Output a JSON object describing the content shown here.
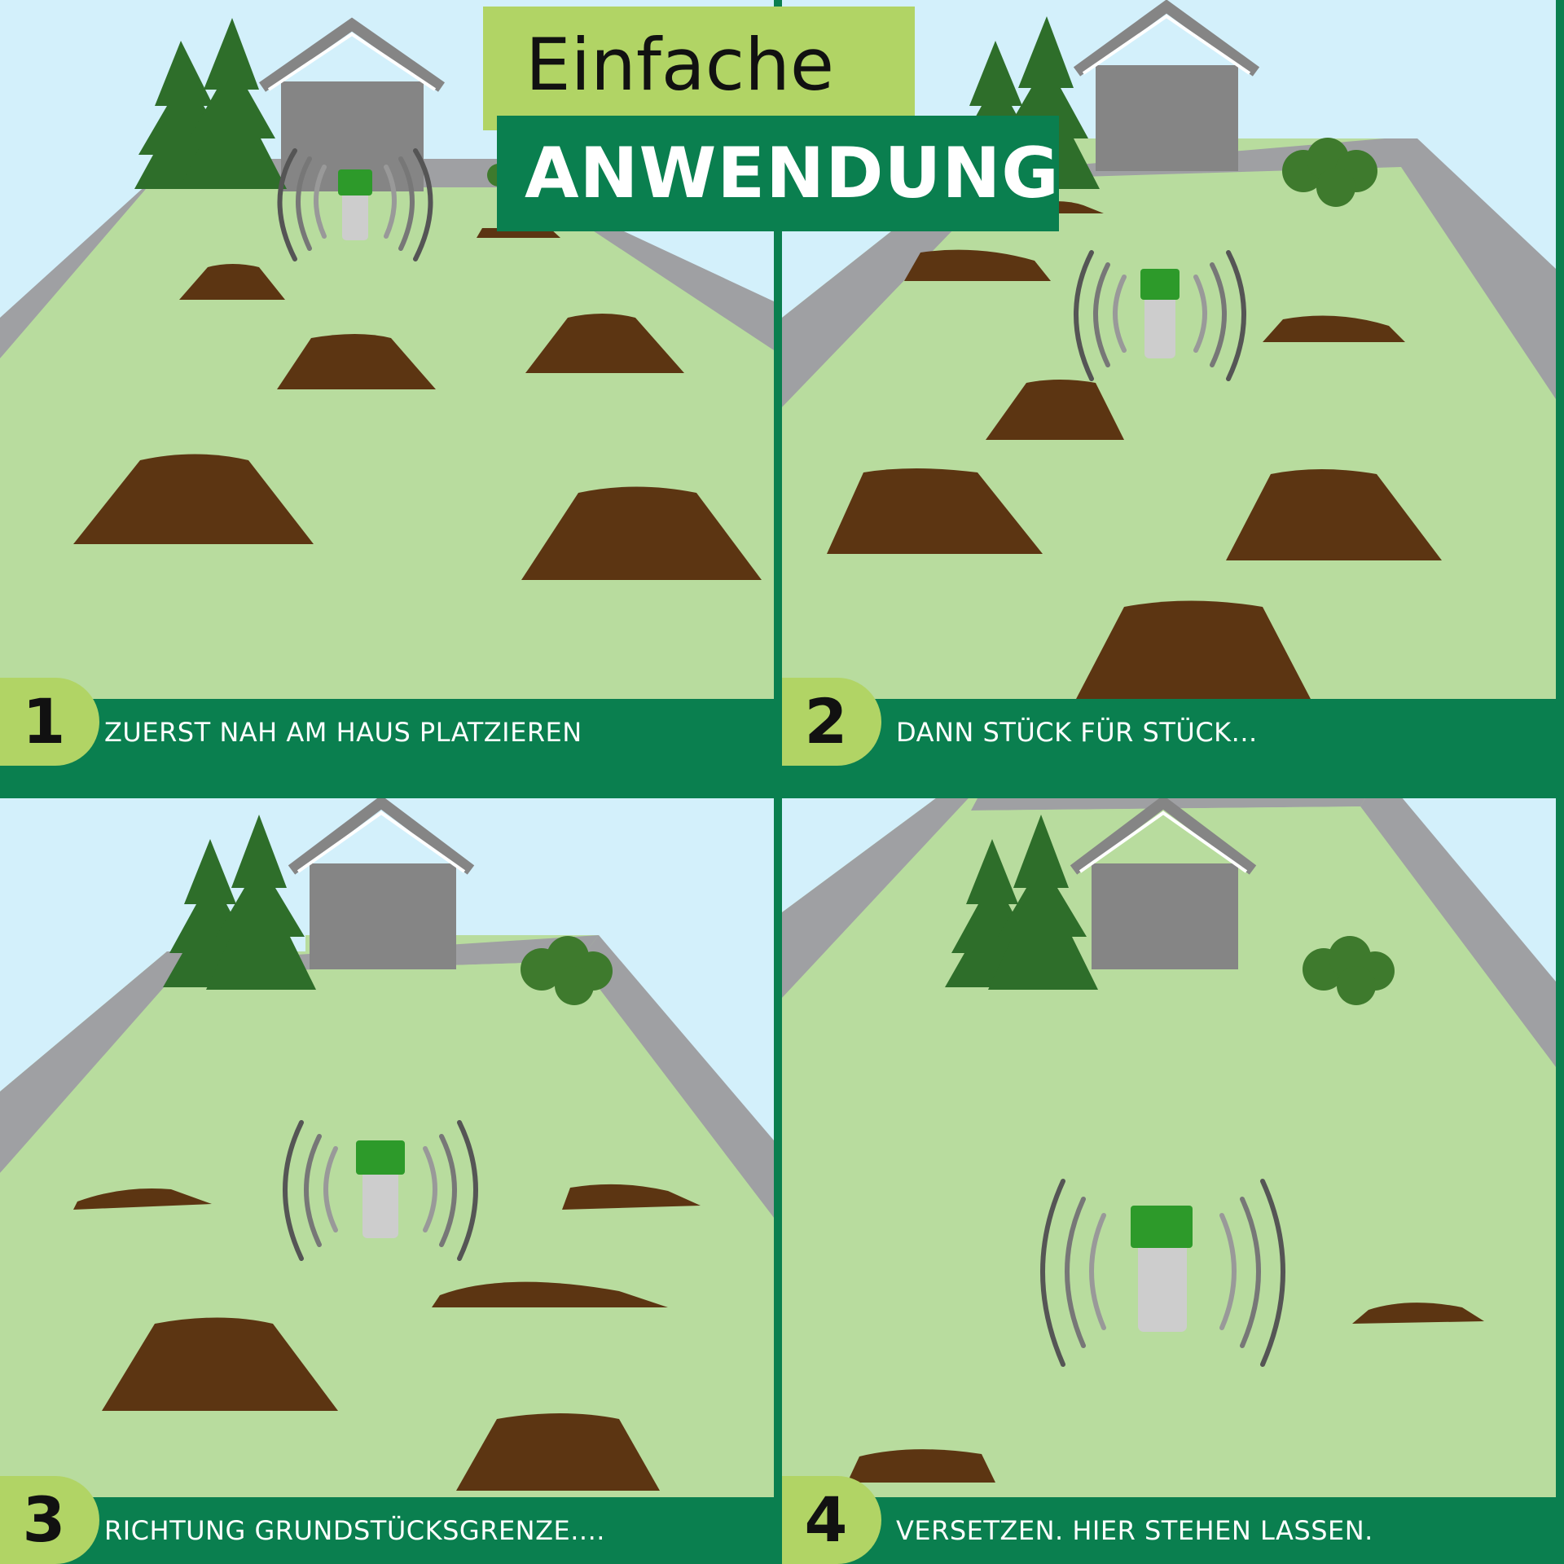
{
  "title": {
    "line1": "Einfache",
    "line2": "ANWENDUNG"
  },
  "steps": [
    {
      "number": "1",
      "caption": "ZUERST NAH AM HAUS PLATZIEREN"
    },
    {
      "number": "2",
      "caption": "DANN STÜCK FÜR STÜCK..."
    },
    {
      "number": "3",
      "caption": "RICHTUNG GRUNDSTÜCKSGRENZE...."
    },
    {
      "number": "4",
      "caption": "VERSETZEN. HIER STEHEN LASSEN."
    }
  ],
  "icons": [
    "spruce-tree-icon",
    "house-icon",
    "shrub-icon",
    "molehill-icon",
    "mole-repeller-icon",
    "sound-wave-icon"
  ],
  "colors": {
    "sky": "#d3f0fb",
    "lawn": "#b8dc9e",
    "path": "#9fa0a3",
    "house": "#858585",
    "tree": "#2e6e2a",
    "soil": "#5c3512",
    "brand_green": "#0a7f4f",
    "accent_lime": "#b1d465",
    "device_cap": "#2d9a2a"
  }
}
